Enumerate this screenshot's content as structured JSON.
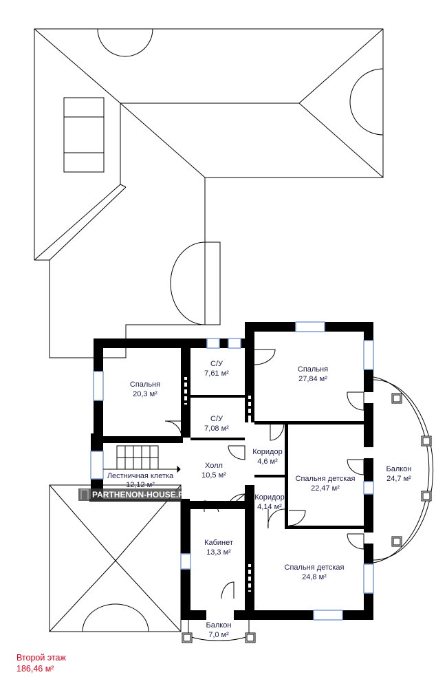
{
  "floor": {
    "name": "Второй этаж",
    "total_area": "186,46 м²"
  },
  "watermark": {
    "text": "PARTHENON-HOUSE.RU"
  },
  "rooms": {
    "bedroom_1": {
      "name": "Спальня",
      "area": "20,3 м²"
    },
    "wc_1": {
      "name": "С/У",
      "area": "7,61 м²"
    },
    "wc_2": {
      "name": "С/У",
      "area": "7,08 м²"
    },
    "bedroom_2": {
      "name": "Спальня",
      "area": "27,84 м²"
    },
    "hall": {
      "name": "Холл",
      "area": "10,5 м²"
    },
    "corridor_1": {
      "name": "Коридор",
      "area": "4,6 м²"
    },
    "corridor_2": {
      "name": "Коридор",
      "area": "4,14 м²"
    },
    "stairwell": {
      "name": "Лестничная клетка",
      "area": "12,12 м²"
    },
    "kids_bedroom_1": {
      "name": "Спальня детская",
      "area": "22,47 м²"
    },
    "kids_bedroom_2": {
      "name": "Спальня детская",
      "area": "24,8 м²"
    },
    "balcony_1": {
      "name": "Балкон",
      "area": "24,7 м²"
    },
    "study": {
      "name": "Кабинет",
      "area": "13,3 м²"
    },
    "balcony_2": {
      "name": "Балкон",
      "area": "7,0 м²"
    }
  },
  "colors": {
    "wall": "#000000",
    "line": "#000000",
    "window": "#7f9fd8",
    "caption": "#e0001a",
    "label": "#1a1a4a"
  }
}
